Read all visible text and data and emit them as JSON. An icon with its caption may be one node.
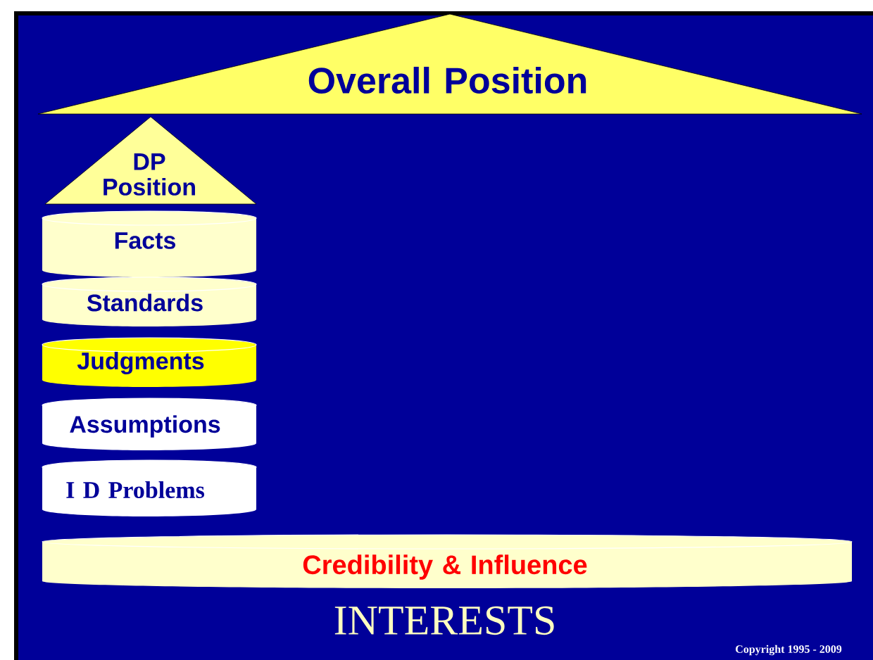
{
  "diagram": {
    "nodes": [
      {
        "text": [
          "Overall Position"
        ]
      },
      {
        "text": [
          "DP Position"
        ]
      },
      {
        "text": [
          "Facts"
        ]
      },
      {
        "text": [
          "Standards"
        ]
      },
      {
        "text": [
          "Judgments"
        ]
      },
      {
        "text": [
          "Assumptions"
        ]
      },
      {
        "text": [
          "I D Problems"
        ]
      },
      {
        "text": [
          "Credibility & Influence"
        ]
      }
    ],
    "labels": [
      "INTERESTS",
      "Copyright 1995 - 2009"
    ]
  }
}
